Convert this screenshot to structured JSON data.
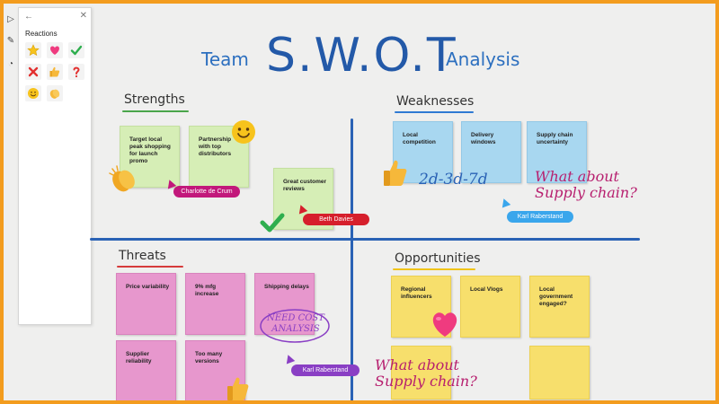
{
  "panel": {
    "back_icon": "←",
    "close_icon": "✕",
    "title": "Reactions",
    "reactions": [
      "star-icon",
      "heart-icon",
      "checkmark-icon",
      "cross-icon",
      "thumbs-up-icon",
      "question-mark-icon",
      "smiley-icon",
      "clapping-icon"
    ]
  },
  "board": {
    "title_left": "Team",
    "title_main": "S.W.O.T",
    "title_right": "Analysis"
  },
  "strengths": {
    "heading": "Strengths",
    "notes": [
      "Target local peak shopping for launch promo",
      "Partnership with top distributors",
      "Great customer reviews"
    ]
  },
  "weaknesses": {
    "heading": "Weaknesses",
    "notes": [
      "Local competition",
      "Delivery windows",
      "Supply chain uncertainty"
    ],
    "ink_date": "2d-3d-7d",
    "ink_comment": "What about Supply chain?"
  },
  "threats": {
    "heading": "Threats",
    "notes": [
      "Price variability",
      "9% mfg increase",
      "Shipping delays",
      "Supplier reliability",
      "Too many versions",
      ""
    ],
    "ink_comment": "NEED COST ANALYSIS"
  },
  "opportunities": {
    "heading": "Opportunities",
    "notes": [
      "Regional influencers",
      "Local Vlogs",
      "Local government engaged?",
      "",
      "",
      ""
    ],
    "ink_comment": "What about Supply chain?"
  },
  "cursors": [
    {
      "name": "Charlotte de Crum",
      "color": "#c2187b"
    },
    {
      "name": "Beth Davies",
      "color": "#d61f2c"
    },
    {
      "name": "Karl Raberstand",
      "color": "#3aa6ec"
    },
    {
      "name": "Karl Raberstand",
      "color": "#8a3fc4"
    }
  ],
  "colors": {
    "frame": "#f39c1e",
    "axis": "#2a62b5",
    "title": "#2359a8",
    "strengths_underline": "#4aa54a",
    "weaknesses_underline": "#2f7ad3",
    "threats_underline": "#d63b3b",
    "opportunities_underline": "#f0c419"
  }
}
